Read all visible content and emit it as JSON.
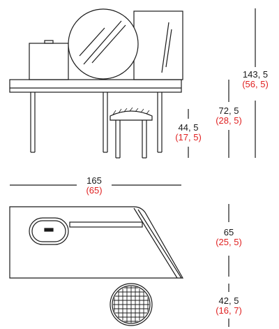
{
  "colors": {
    "line": "#1a1a1a",
    "cm_text": "#1a1a1a",
    "inch_text": "#e02020"
  },
  "dimensions": {
    "overall_height": {
      "cm": "143, 5",
      "inch": "(56, 5)"
    },
    "table_height": {
      "cm": "72, 5",
      "inch": "(28, 5)"
    },
    "stool_height": {
      "cm": "44, 5",
      "inch": "(17, 5)"
    },
    "width": {
      "cm": "165",
      "inch": "(65)"
    },
    "depth": {
      "cm": "65",
      "inch": "(25, 5)"
    },
    "stool_diameter": {
      "cm": "42, 5",
      "inch": "(16, 7)"
    }
  }
}
